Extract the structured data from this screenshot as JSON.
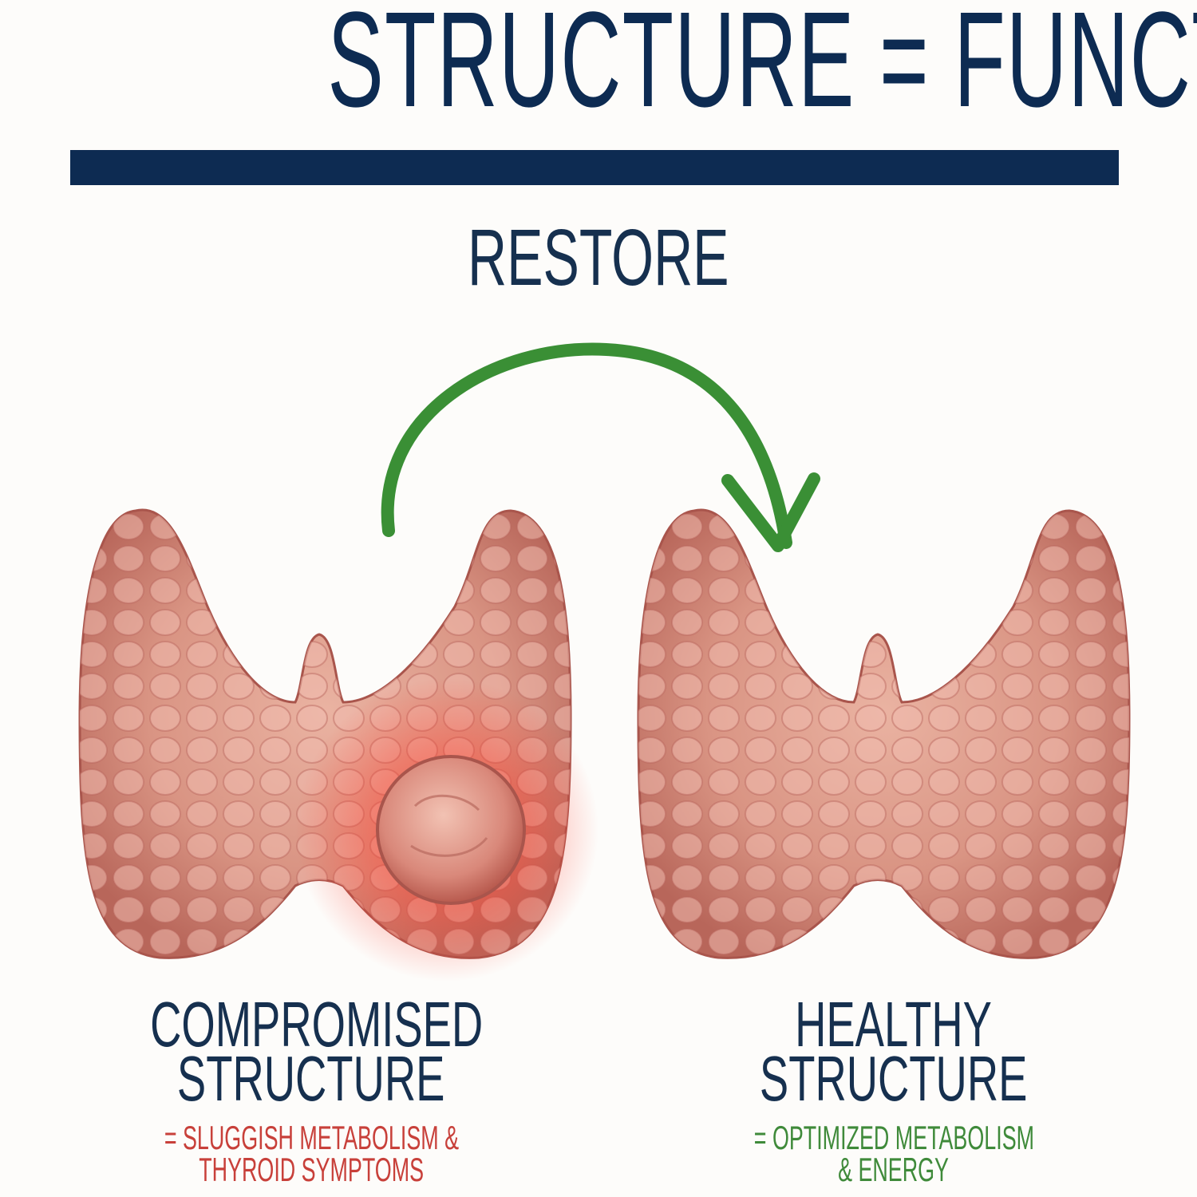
{
  "header": {
    "title": "STRUCTURE = FUNCTION",
    "subtitle": "RESTORE"
  },
  "colors": {
    "navy": "#0d2b52",
    "arrow_green": "#3a8f35",
    "gland_pink": "#d98f7d",
    "warning_red": "#c8403a",
    "positive_green": "#3f8a3a"
  },
  "left_panel": {
    "heading_line1": "COMPROMISED",
    "heading_line2": "STRUCTURE",
    "sub_line1": "= SLUGGISH METABOLISM &",
    "sub_line2": "THYROID SYMPTOMS"
  },
  "right_panel": {
    "heading_line1": "HEALTHY",
    "heading_line2": "STRUCTURE",
    "sub_line1": "= OPTIMIZED METABOLISM",
    "sub_line2": "& ENERGY"
  }
}
